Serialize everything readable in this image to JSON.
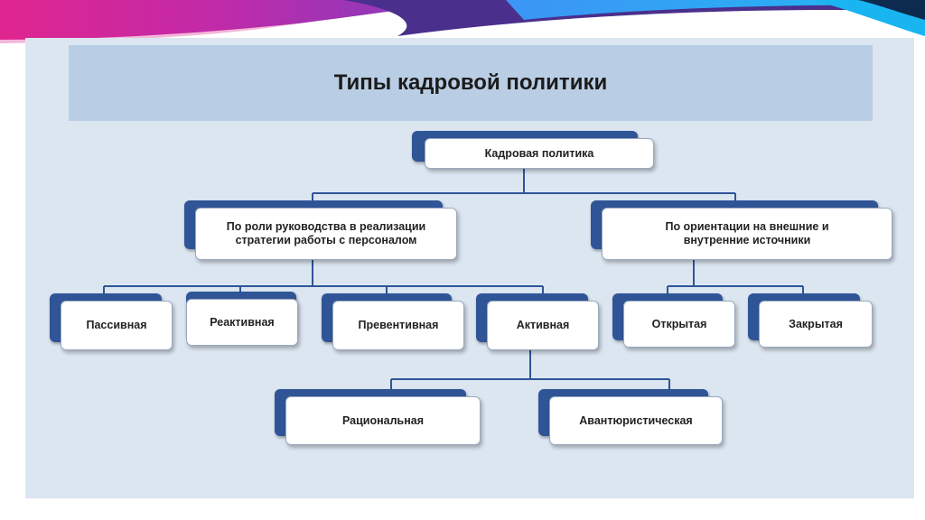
{
  "title": "Типы кадровой политики",
  "root": "Кадровая политика",
  "branches": [
    {
      "label": "По роли руководства в реализации стратегии работы с персоналом",
      "children": [
        "Пассивная",
        "Реактивная",
        "Превентивная",
        "Активная"
      ],
      "sub_children": [
        "Рациональная",
        "Авантюристическая"
      ]
    },
    {
      "label": "По ориентации на внешние и внутренние источники",
      "children": [
        "Открытая",
        "Закрытая"
      ]
    }
  ]
}
